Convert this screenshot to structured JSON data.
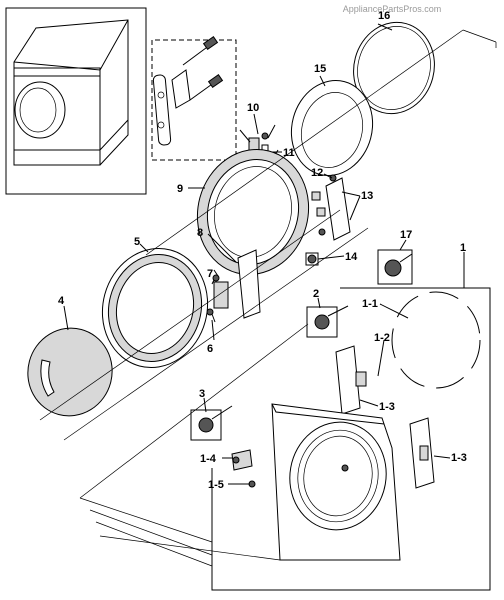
{
  "watermark": "AppliancePartsPros.com",
  "labels": {
    "l1": "1",
    "l1_1": "1-1",
    "l1_2": "1-2",
    "l1_3a": "1-3",
    "l1_3b": "1-3",
    "l1_4": "1-4",
    "l1_5": "1-5",
    "l2": "2",
    "l3": "3",
    "l4": "4",
    "l5": "5",
    "l6": "6",
    "l7": "7",
    "l8": "8",
    "l9": "9",
    "l10": "10",
    "l11": "11",
    "l12": "12",
    "l13": "13",
    "l14": "14",
    "l15": "15",
    "l16": "16",
    "l17": "17"
  }
}
